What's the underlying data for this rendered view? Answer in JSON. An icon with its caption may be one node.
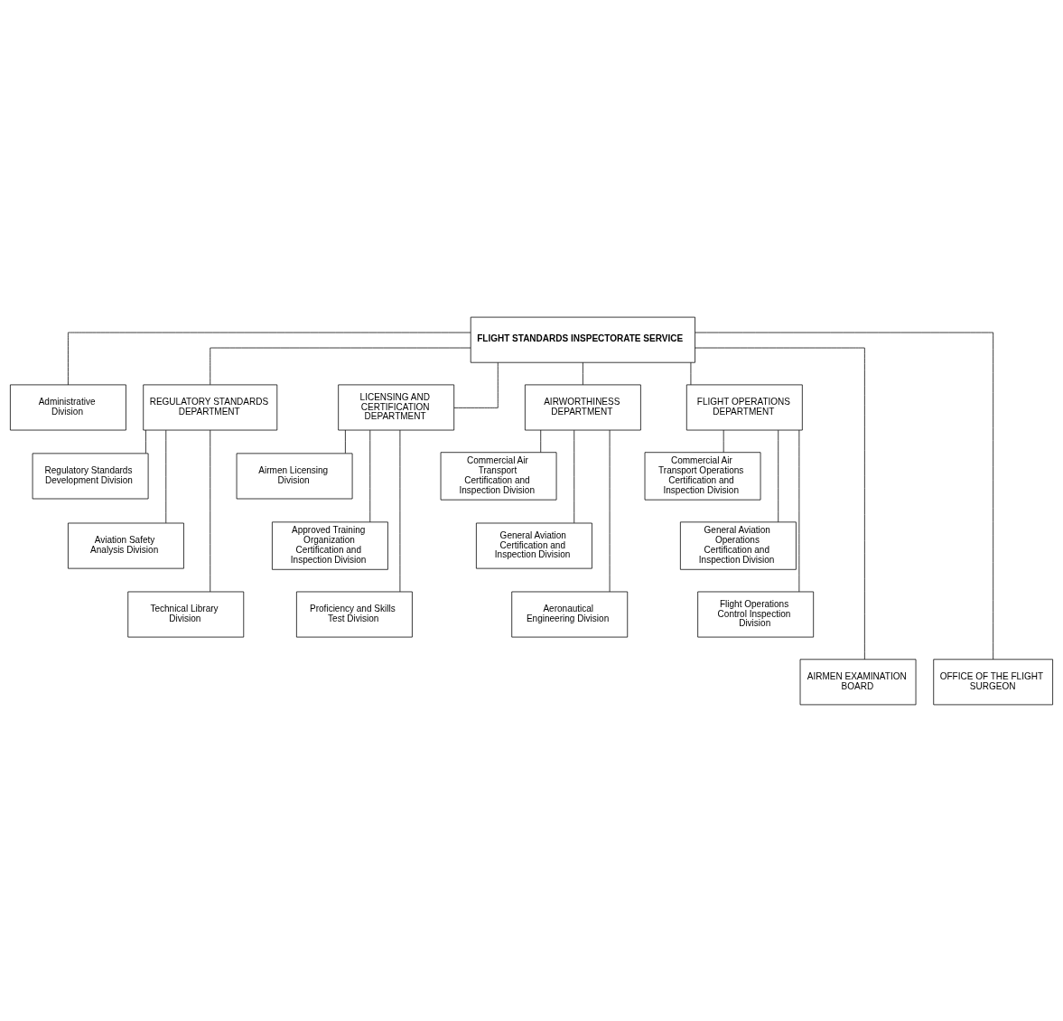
{
  "diagram": {
    "nodes": [
      {
        "text": [
          "FLIGHT STANDARDS INSPECTORATE SERVICE"
        ]
      },
      {
        "text": [
          "Administrative Division"
        ]
      },
      {
        "text": [
          "REGULATORY STANDARDS DEPARTMENT"
        ]
      },
      {
        "text": [
          "LICENSING AND CERTIFICATION DEPARTMENT"
        ]
      },
      {
        "text": [
          "AIRWORTHINESS DEPARTMENT"
        ]
      },
      {
        "text": [
          "FLIGHT OPERATIONS DEPARTMENT"
        ]
      },
      {
        "text": [
          "Regulatory Standards Development Division"
        ]
      },
      {
        "text": [
          "Aviation Safety Analysis Division"
        ]
      },
      {
        "text": [
          "Technical Library Division"
        ]
      },
      {
        "text": [
          "Airmen Licensing Division"
        ]
      },
      {
        "text": [
          "Approved Training Organization Certification and Inspection Division"
        ]
      },
      {
        "text": [
          "Proficiency and Skills Test Division"
        ]
      },
      {
        "text": [
          "Commercial Air Transport Certification and Inspection Division"
        ]
      },
      {
        "text": [
          "General Aviation Certification and Inspection Division"
        ]
      },
      {
        "text": [
          "Aeronautical Engineering Division"
        ]
      },
      {
        "text": [
          "Commercial Air Transport Operations Certification and Inspection Division"
        ]
      },
      {
        "text": [
          "General Aviation Operations Certification and Inspection Division"
        ]
      },
      {
        "text": [
          "Flight Operations Control Inspection Division"
        ]
      },
      {
        "text": [
          "AIRMEN EXAMINATION BOARD"
        ]
      },
      {
        "text": [
          "OFFICE OF THE FLIGHT SURGEON"
        ]
      }
    ],
    "edges": [
      {
        "from": 0,
        "to": 1,
        "arrow": "none"
      },
      {
        "from": 0,
        "to": 2,
        "arrow": "none"
      },
      {
        "from": 0,
        "to": 3,
        "arrow": "none"
      },
      {
        "from": 0,
        "to": 4,
        "arrow": "none"
      },
      {
        "from": 0,
        "to": 5,
        "arrow": "none"
      },
      {
        "from": 2,
        "to": 6,
        "arrow": "none"
      },
      {
        "from": 2,
        "to": 7,
        "arrow": "none"
      },
      {
        "from": 2,
        "to": 8,
        "arrow": "none"
      },
      {
        "from": 3,
        "to": 9,
        "arrow": "none"
      },
      {
        "from": 3,
        "to": 10,
        "arrow": "none"
      },
      {
        "from": 3,
        "to": 11,
        "arrow": "none"
      },
      {
        "from": 4,
        "to": 12,
        "arrow": "none"
      },
      {
        "from": 4,
        "to": 13,
        "arrow": "none"
      },
      {
        "from": 4,
        "to": 14,
        "arrow": "none"
      },
      {
        "from": 5,
        "to": 15,
        "arrow": "none"
      },
      {
        "from": 5,
        "to": 16,
        "arrow": "none"
      },
      {
        "from": 5,
        "to": 17,
        "arrow": "none"
      },
      {
        "from": 0,
        "to": 18,
        "arrow": "none"
      },
      {
        "from": 0,
        "to": 19,
        "arrow": "none"
      }
    ]
  }
}
